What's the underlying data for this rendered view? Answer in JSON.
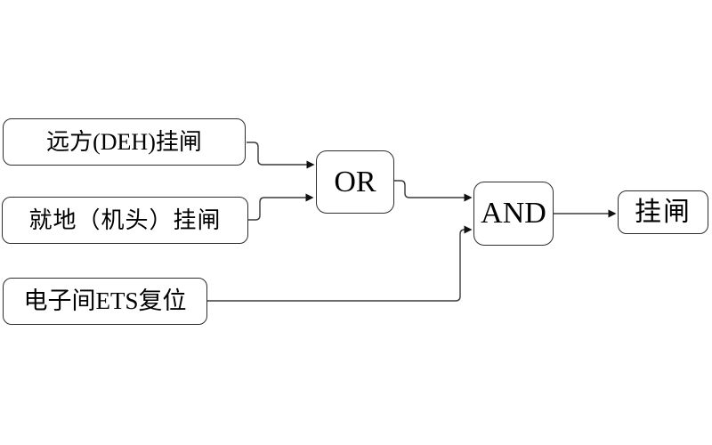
{
  "diagram": {
    "background": "#ffffff",
    "line_color": "#3a3a3a",
    "border_color": "#2e2e2e",
    "text_color": "#000000",
    "nodes": {
      "input_remote": {
        "label": "远方(DEH)挂闸",
        "type": "input"
      },
      "input_local": {
        "label": "就地（机头）挂闸",
        "type": "input"
      },
      "input_ets": {
        "label": "电子间ETS复位",
        "type": "input"
      },
      "gate_or": {
        "label": "OR",
        "type": "logic-gate"
      },
      "gate_and": {
        "label": "AND",
        "type": "logic-gate"
      },
      "output_latch": {
        "label": "挂闸",
        "type": "output"
      }
    },
    "edges": [
      {
        "from": "input_remote",
        "to": "gate_or"
      },
      {
        "from": "input_local",
        "to": "gate_or"
      },
      {
        "from": "gate_or",
        "to": "gate_and"
      },
      {
        "from": "input_ets",
        "to": "gate_and"
      },
      {
        "from": "gate_and",
        "to": "output_latch"
      }
    ]
  }
}
